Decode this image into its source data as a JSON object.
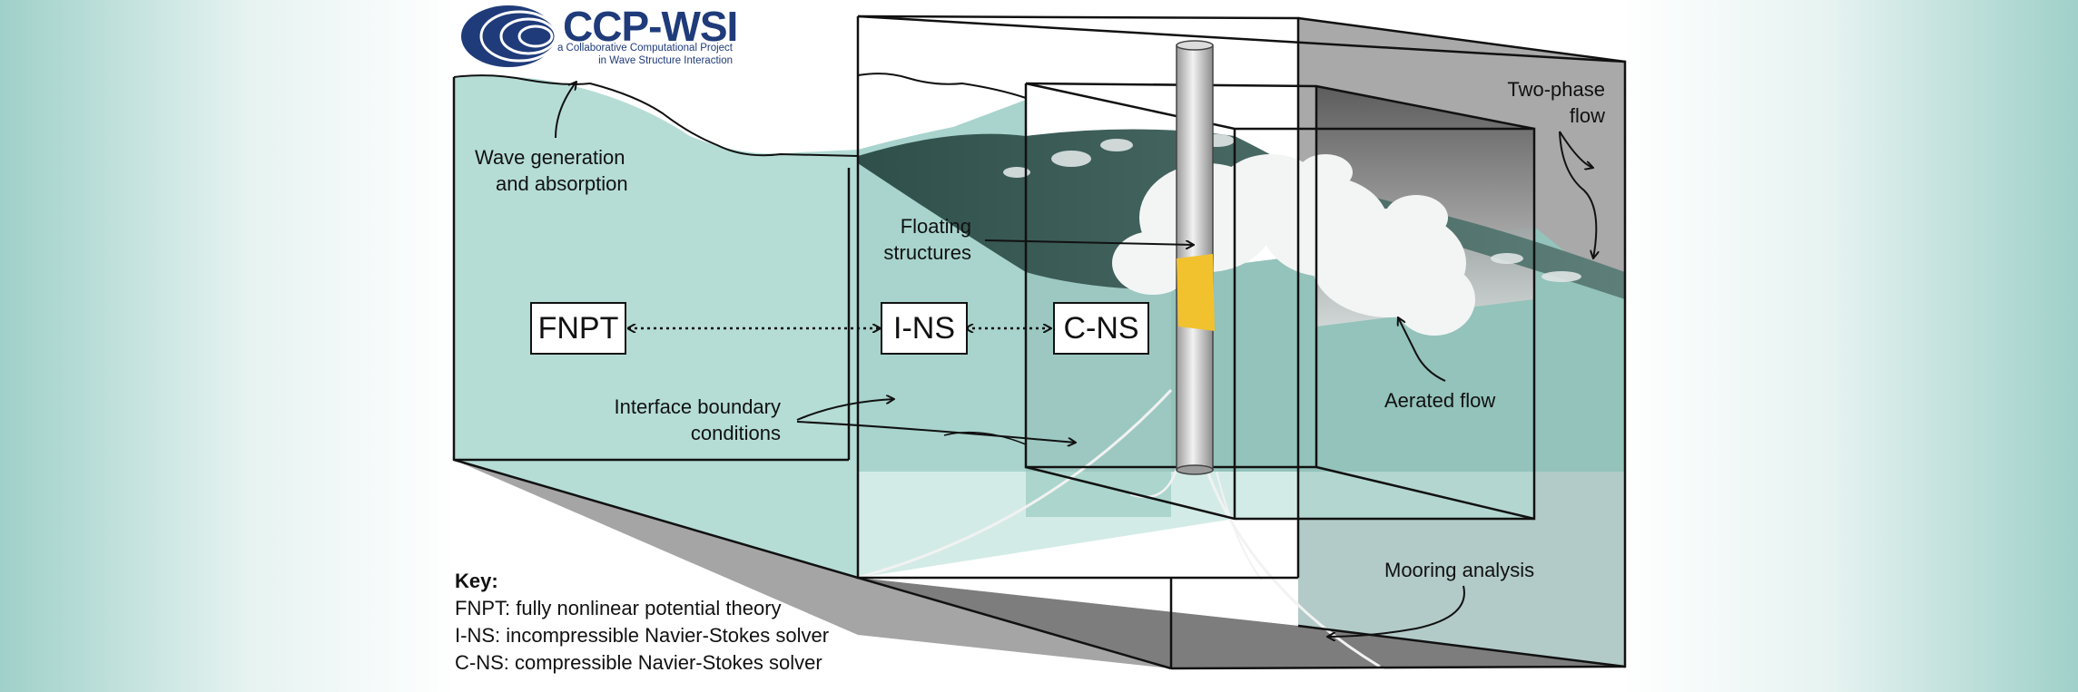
{
  "logo": {
    "title": "CCP-WSI",
    "subtitle_line1": "a Collaborative Computational Project",
    "subtitle_line2": "in Wave Structure Interaction"
  },
  "labels": {
    "wave_gen_line1": "Wave generation",
    "wave_gen_line2": "and absorption",
    "floating_line1": "Floating",
    "floating_line2": "structures",
    "interface_line1": "Interface boundary",
    "interface_line2": "conditions",
    "two_phase_line1": "Two-phase",
    "two_phase_line2": "flow",
    "aerated": "Aerated flow",
    "mooring": "Mooring analysis"
  },
  "boxes": {
    "fnpt": "FNPT",
    "ins": "I-NS",
    "cns": "C-NS"
  },
  "key": {
    "heading": "Key:",
    "items": [
      "FNPT: fully nonlinear potential theory",
      "I-NS: incompressible Navier-Stokes solver",
      "C-NS: compressible Navier-Stokes solver"
    ]
  },
  "colors": {
    "water": "#b5ddd6",
    "water_deep": "#8ec0b8",
    "floor": "#a3a3a3",
    "floor_dark": "#7a7a7a",
    "foam": "#f4f6f6",
    "yellow_band": "#f2c12e",
    "logo_blue": "#1f3b7a"
  }
}
